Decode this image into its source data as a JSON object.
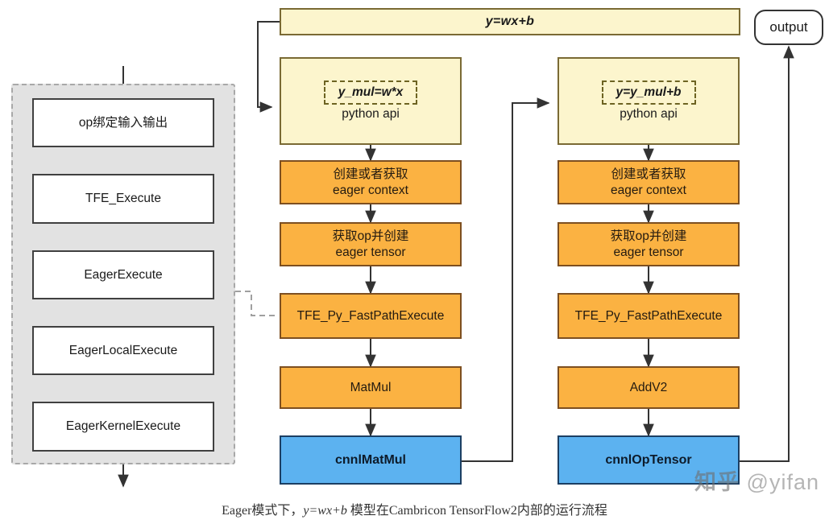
{
  "diagram": {
    "caption_prefix": "Eager模式下，",
    "caption_formula": "y=wx+b",
    "caption_suffix": " 模型在Cambricon TensorFlow2内部的运行流程",
    "watermark_logo": "知乎",
    "watermark_user": "@yifan",
    "colors": {
      "yellow_fill": "#fcf5cd",
      "yellow_border": "#7a6a34",
      "orange_fill": "#fbb242",
      "orange_border": "#7d4f20",
      "blue_fill": "#5cb2f0",
      "blue_border": "#1c3f63",
      "group_fill": "#e2e2e2",
      "group_border": "#a8a8a8",
      "line": "#333333",
      "dashed_line": "#a0a0a0"
    }
  },
  "top_formula": {
    "label": "y=wx+b"
  },
  "output": {
    "label": "output"
  },
  "eager_stack": {
    "items": [
      {
        "label": "op绑定输入输出"
      },
      {
        "label": "TFE_Execute"
      },
      {
        "label": "EagerExecute"
      },
      {
        "label": "EagerLocalExecute"
      },
      {
        "label": "EagerKernelExecute"
      }
    ]
  },
  "left_flow": {
    "api": {
      "formula": "y_mul=w*x",
      "label": "python api"
    },
    "steps": [
      {
        "line1": "创建或者获取",
        "line2": "eager context"
      },
      {
        "line1": "获取op并创建",
        "line2": "eager tensor"
      },
      {
        "line1": "TFE_Py_FastPathExecute",
        "line2": ""
      },
      {
        "line1": "MatMul",
        "line2": ""
      }
    ],
    "kernel": {
      "label": "cnnlMatMul"
    }
  },
  "right_flow": {
    "api": {
      "formula": "y=y_mul+b",
      "label": "python api"
    },
    "steps": [
      {
        "line1": "创建或者获取",
        "line2": "eager context"
      },
      {
        "line1": "获取op并创建",
        "line2": "eager tensor"
      },
      {
        "line1": "TFE_Py_FastPathExecute",
        "line2": ""
      },
      {
        "line1": "AddV2",
        "line2": ""
      }
    ],
    "kernel": {
      "label": "cnnlOpTensor"
    }
  }
}
